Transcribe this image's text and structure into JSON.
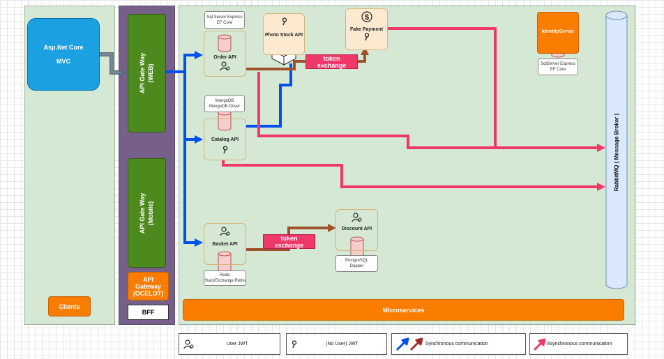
{
  "clients": {
    "mvc_line1": "Asp.Net Core",
    "mvc_line2": "MVC",
    "label": "Clients"
  },
  "bff": {
    "gateway_web": "API Gate Way\n(WEB)",
    "gateway_mobile": "API Gate Way\n(Mobile)",
    "ocelot_line1": "API",
    "ocelot_line2": "Gateway",
    "ocelot_line3": "(OCELOT)",
    "label": "BFF"
  },
  "services": {
    "order": {
      "name": "Order API",
      "db_line1": "Sql Server Express",
      "db_line2": "EF Core"
    },
    "photo": {
      "name": "Photo Stock API"
    },
    "payment": {
      "name": "Fake Payment"
    },
    "catalog": {
      "name": "Catalog API",
      "db_line1": "MongoDB",
      "db_line2": "MongoDB.Driver"
    },
    "basket": {
      "name": "Basket API",
      "db_line1": "Redis",
      "db_line2": "StackExchange.Redis"
    },
    "discount": {
      "name": "Discount API",
      "db_line1": "PostgreSQL",
      "db_line2": "Dapper"
    },
    "identity": {
      "name": "IdentityServer",
      "db_line1": "SqlServer Express",
      "db_line2": "EF Core"
    }
  },
  "token_exchange": {
    "label_line1": "token",
    "label_line2": "exchange"
  },
  "broker": {
    "label": "RabbitMQ ( Message Broker )"
  },
  "microservices": {
    "label": "Microservices"
  },
  "legend": {
    "user_jwt": "User  JWT",
    "no_user_jwt": "(No User) JWT",
    "sync": "Synchronous communication",
    "async": "Asynchronous communication"
  },
  "colors": {
    "sync_blue": "#0050ef",
    "sync_brown": "#a0522d",
    "async_pink": "#f0386b",
    "panel_green": "#d5e8d4",
    "bff_purple": "#76608a",
    "gateway_green": "#4d8a1e",
    "orange": "#fa7d00",
    "mvc_blue": "#1ba1e2",
    "broker_blue": "#dae8fc"
  }
}
